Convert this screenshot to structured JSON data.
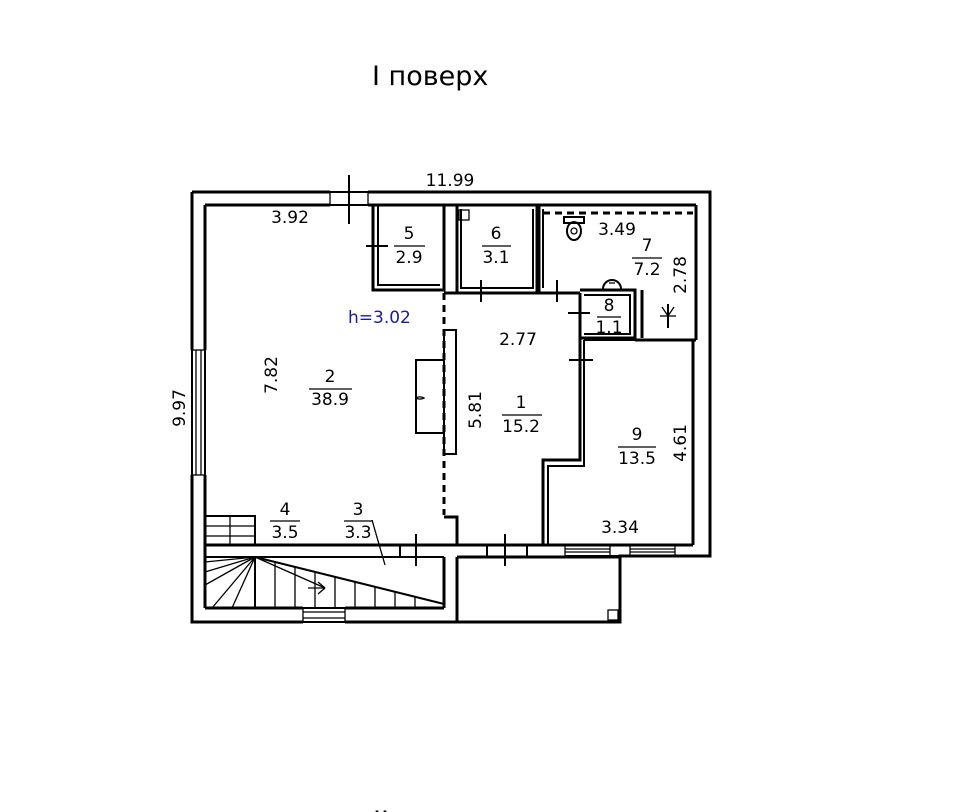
{
  "floor_title": "I поверх",
  "next_floor_title": "II",
  "ceiling_height": "h=3.02",
  "rooms": [
    {
      "number": "1",
      "area": "15.2"
    },
    {
      "number": "2",
      "area": "38.9"
    },
    {
      "number": "3",
      "area": "3.3"
    },
    {
      "number": "4",
      "area": "3.5"
    },
    {
      "number": "5",
      "area": "2.9"
    },
    {
      "number": "6",
      "area": "3.1"
    },
    {
      "number": "7",
      "area": "7.2"
    },
    {
      "number": "8",
      "area": "1.1"
    },
    {
      "number": "9",
      "area": "13.5"
    }
  ],
  "dimensions": {
    "overall_width": "11.99",
    "overall_height": "9.97",
    "room2_width": "3.92",
    "room2_length": "7.82",
    "room1_length": "5.81",
    "room1_width": "2.77",
    "room7_width": "3.49",
    "room7_length": "2.78",
    "room9_length": "4.61",
    "room9_width": "3.34"
  }
}
